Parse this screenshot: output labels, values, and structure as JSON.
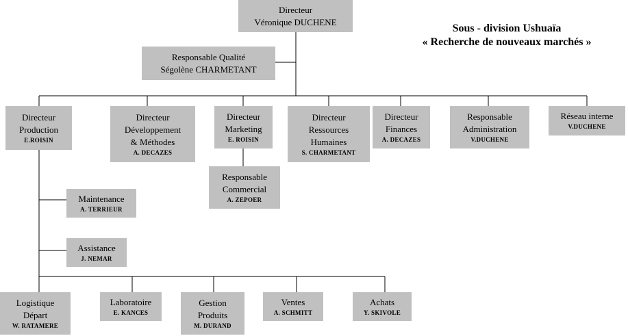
{
  "title": {
    "line1": "Sous - division Ushuaïa",
    "line2": "« Recherche de nouveaux marchés »"
  },
  "boxes": {
    "directeur": {
      "title_lines": [
        "Directeur"
      ],
      "name": "Véronique DUCHENE"
    },
    "qualite": {
      "title_lines": [
        "Responsable Qualité"
      ],
      "name": "Ségolène CHARMETANT"
    },
    "production": {
      "title_lines": [
        "Directeur",
        "Production"
      ],
      "name": "E.ROISIN"
    },
    "developpement": {
      "title_lines": [
        "Directeur",
        "Développement",
        "& Méthodes"
      ],
      "name": "A. DECAZES"
    },
    "marketing": {
      "title_lines": [
        "Directeur",
        "Marketing"
      ],
      "name": "E. ROISIN"
    },
    "rh": {
      "title_lines": [
        "Directeur",
        "Ressources",
        "Humaines"
      ],
      "name": "S. CHARMETANT"
    },
    "finances": {
      "title_lines": [
        "Directeur",
        "Finances"
      ],
      "name": "A. DECAZES"
    },
    "administration": {
      "title_lines": [
        "Responsable",
        "Administration"
      ],
      "name": "V.DUCHENE"
    },
    "reseau": {
      "title_lines": [
        "Réseau interne"
      ],
      "name": "V.DUCHENE"
    },
    "commercial": {
      "title_lines": [
        "Responsable",
        "Commercial"
      ],
      "name": "A. ZEPOER"
    },
    "maintenance": {
      "title_lines": [
        "Maintenance"
      ],
      "name": "A. TERRIEUR"
    },
    "assistance": {
      "title_lines": [
        "Assistance"
      ],
      "name": "J. NEMAR"
    },
    "logistique": {
      "title_lines": [
        "Logistique",
        "Départ"
      ],
      "name": "W. RATAMERE"
    },
    "laboratoire": {
      "title_lines": [
        "Laboratoire"
      ],
      "name": "E. KANCES"
    },
    "gestion": {
      "title_lines": [
        "Gestion",
        "Produits"
      ],
      "name": "M. DURAND"
    },
    "ventes": {
      "title_lines": [
        "Ventes"
      ],
      "name": "A. SCHMITT"
    },
    "achats": {
      "title_lines": [
        "Achats"
      ],
      "name": "Y. SKIVOLE"
    }
  }
}
